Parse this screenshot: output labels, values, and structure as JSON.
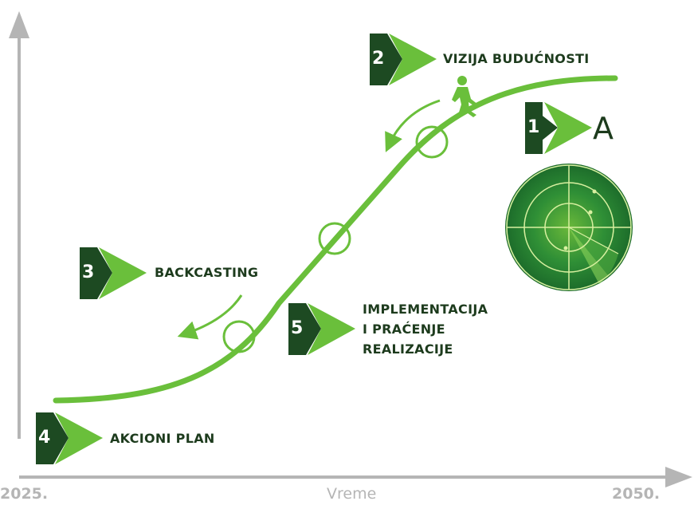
{
  "steps": [
    {
      "num": "1",
      "label": "A"
    },
    {
      "num": "2",
      "label": "VIZIJA BUDUĆNOSTI"
    },
    {
      "num": "3",
      "label": "BACKCASTING"
    },
    {
      "num": "4",
      "label": "AKCIONI PLAN"
    },
    {
      "num": "5",
      "lines": [
        "IMPLEMENTACIJA",
        "I PRAĆENJE",
        "REALIZACIJE"
      ]
    }
  ],
  "x_axis": {
    "start": "2025.",
    "title": "Vreme",
    "end": "2050."
  },
  "colors": {
    "dark_green": "#1d4a22",
    "light_green": "#6abf3b",
    "curve": "#6abf3b",
    "axis_gray": "#b5b5b5",
    "text": "#1d3b1d"
  },
  "icons": [
    "walking-person-icon",
    "radar-icon"
  ]
}
